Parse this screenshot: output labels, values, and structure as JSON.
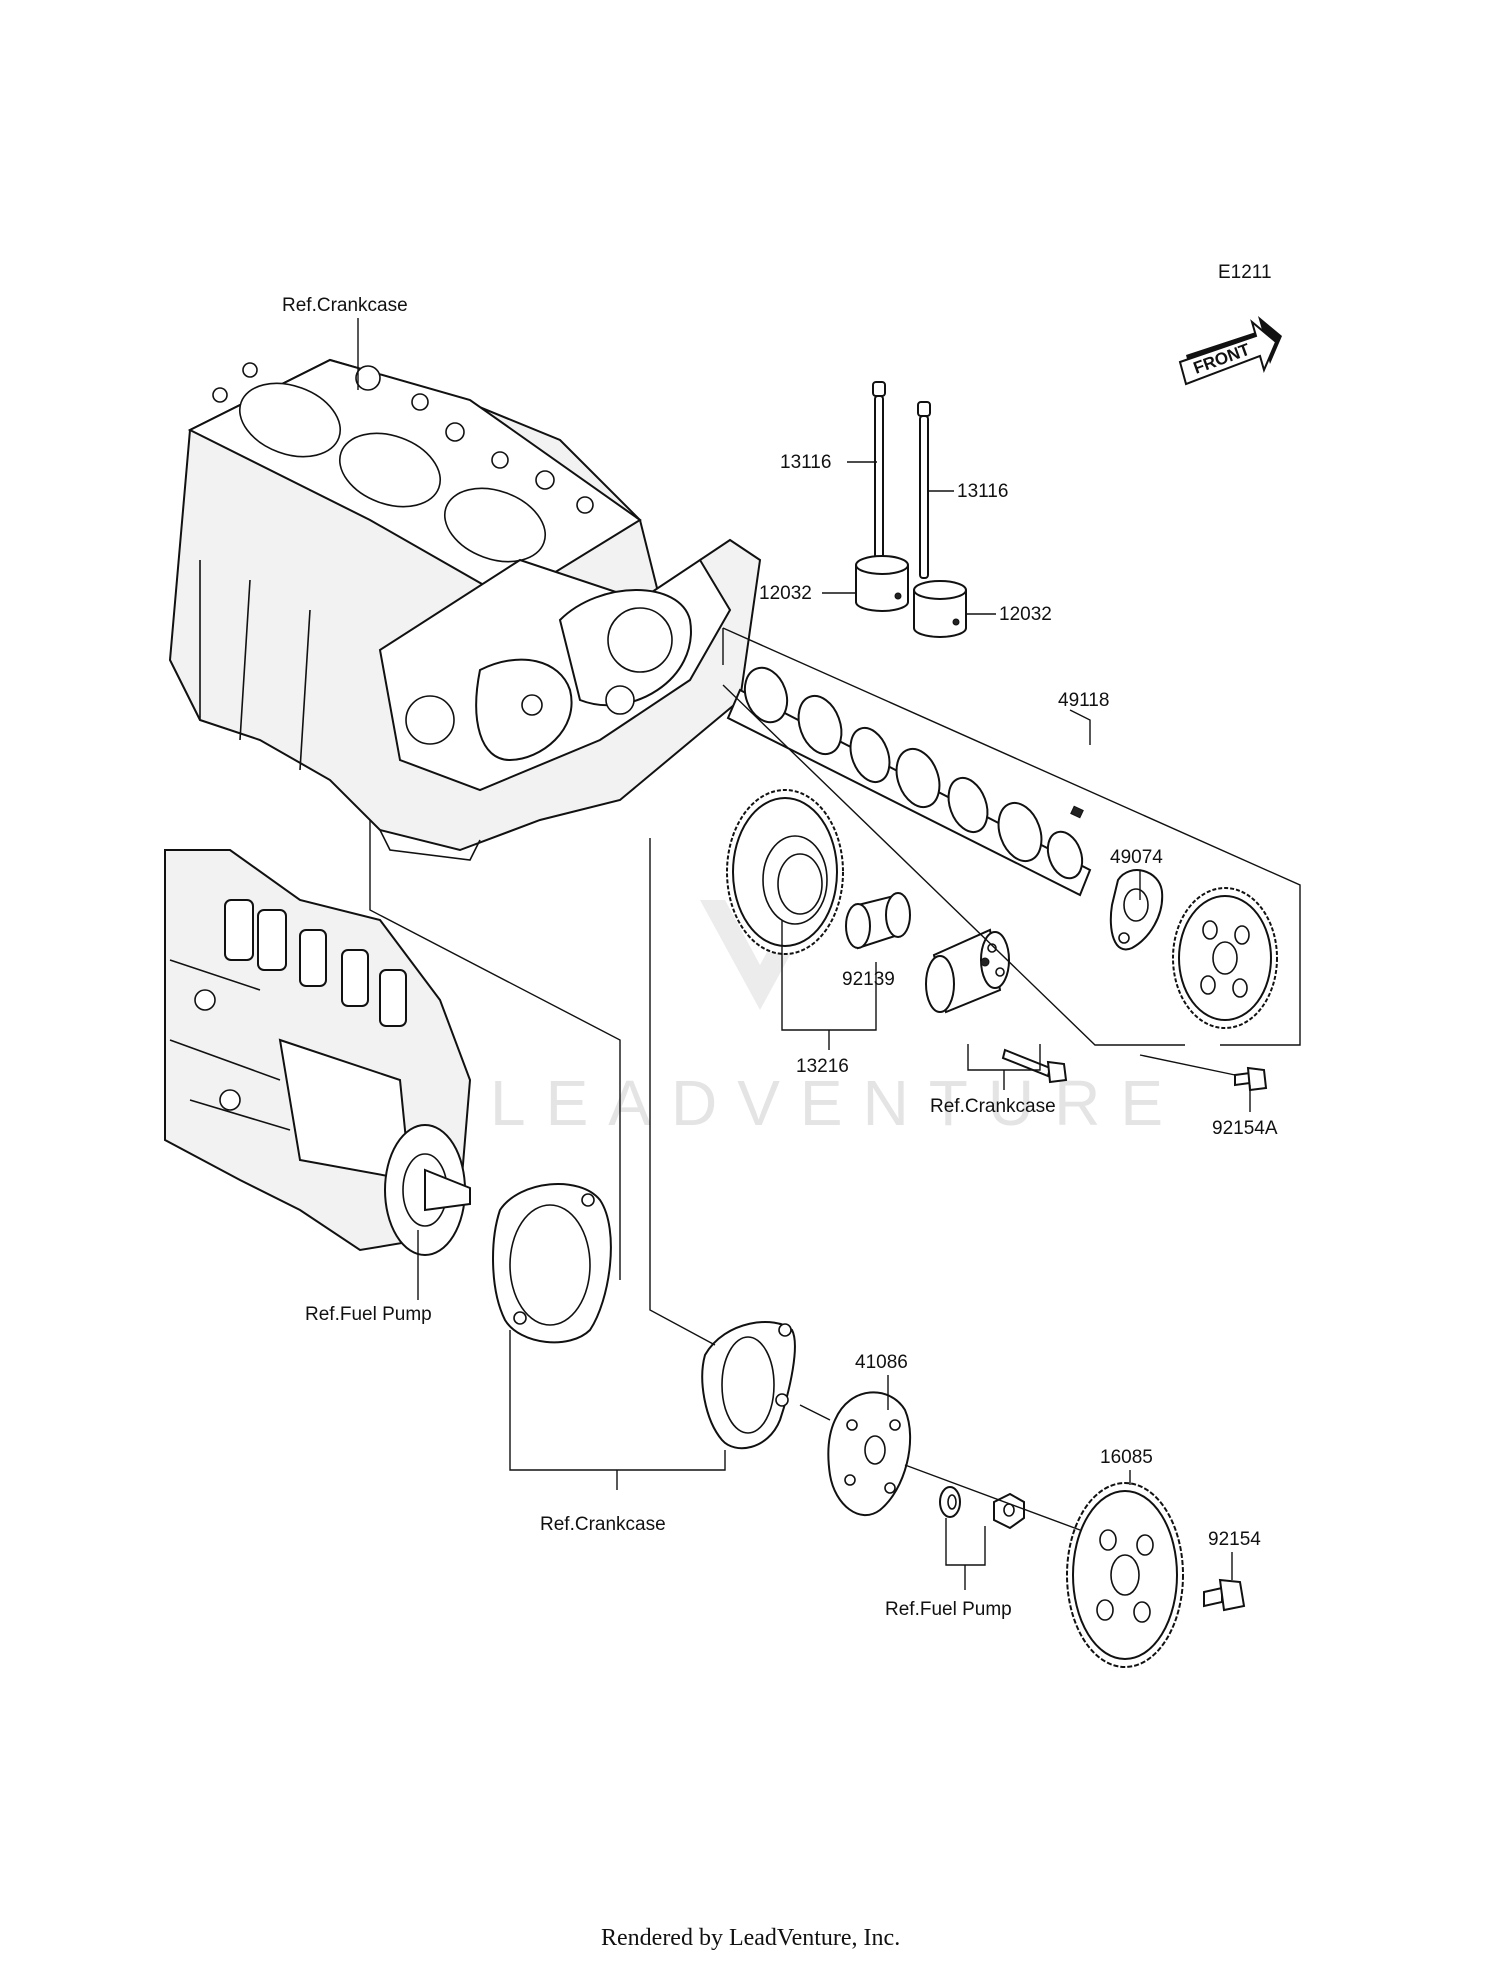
{
  "diagram_code": "E1211",
  "front_badge": "FRONT",
  "watermark": "LEADVENTURE",
  "footer": "Rendered by LeadVenture, Inc.",
  "callouts": {
    "ref_crankcase_top": "Ref.Crankcase",
    "p13116_left": "13116",
    "p13116_right": "13116",
    "p12032_left": "12032",
    "p12032_right": "12032",
    "p49118": "49118",
    "p49074": "49074",
    "p92139": "92139",
    "p13216": "13216",
    "ref_crankcase_mid": "Ref.Crankcase",
    "p92154A": "92154A",
    "ref_fuel_pump_left": "Ref.Fuel Pump",
    "p41086": "41086",
    "p16085": "16085",
    "p92154": "92154",
    "ref_crankcase_bottom": "Ref.Crankcase",
    "ref_fuel_pump_bottom": "Ref.Fuel Pump"
  }
}
